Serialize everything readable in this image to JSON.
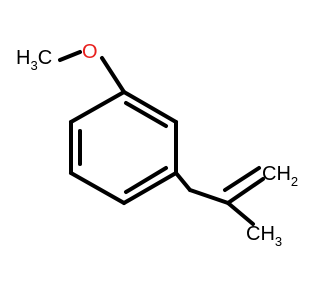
{
  "molecule": {
    "atoms": {
      "methyl_top": {
        "main": "H",
        "sub": "3",
        "tail": "C"
      },
      "oxygen": {
        "main": "O"
      },
      "methylene": {
        "main": "CH",
        "sub": "2"
      },
      "methyl_bottom": {
        "main": "CH",
        "sub": "3"
      }
    },
    "colors": {
      "bond": "#000000",
      "carbon_label": "#000000",
      "oxygen_label": "#e8201e"
    }
  }
}
